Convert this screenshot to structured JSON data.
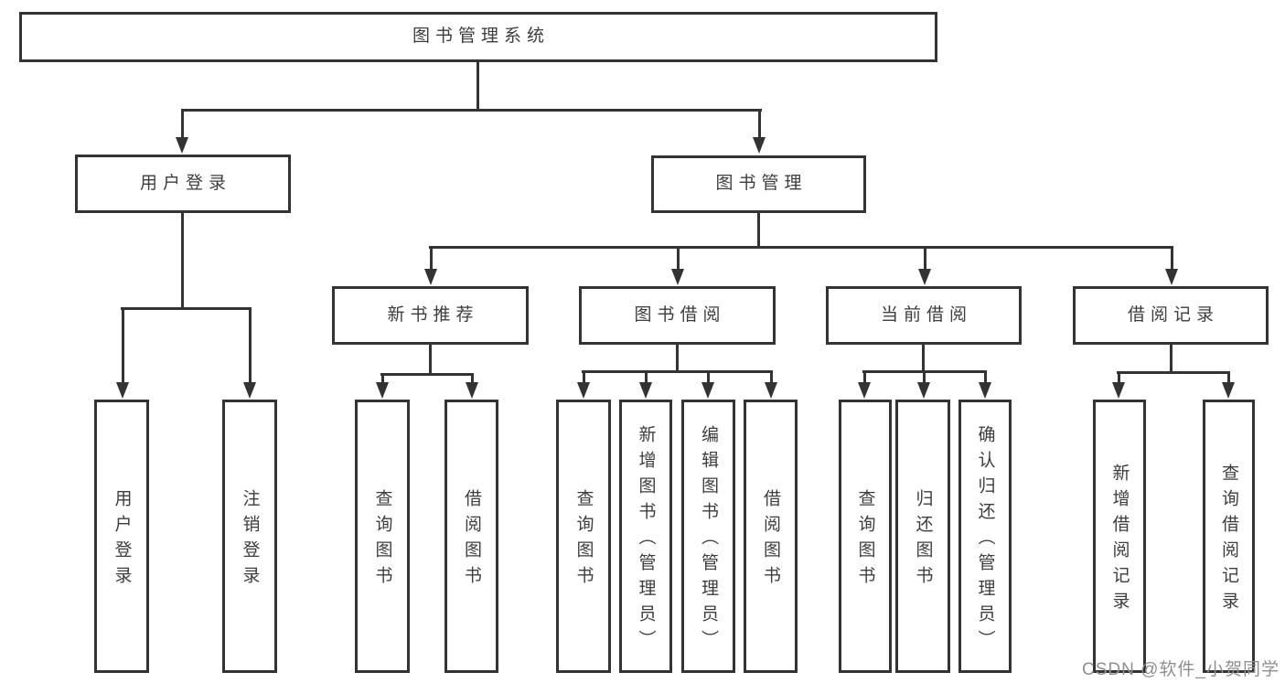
{
  "tree": {
    "root": {
      "label": "图书管理系统",
      "children": [
        {
          "label": "用户登录",
          "children": [
            {
              "label": "用户登录"
            },
            {
              "label": "注销登录"
            }
          ]
        },
        {
          "label": "图书管理",
          "children": [
            {
              "label": "新书推荐",
              "children": [
                {
                  "label": "查询图书"
                },
                {
                  "label": "借阅图书"
                }
              ]
            },
            {
              "label": "图书借阅",
              "children": [
                {
                  "label": "查询图书"
                },
                {
                  "label": "新增图书（管理员）"
                },
                {
                  "label": "编辑图书（管理员）"
                },
                {
                  "label": "借阅图书"
                }
              ]
            },
            {
              "label": "当前借阅",
              "children": [
                {
                  "label": "查询图书"
                },
                {
                  "label": "归还图书"
                },
                {
                  "label": "确认归还（管理员）"
                }
              ]
            },
            {
              "label": "借阅记录",
              "children": [
                {
                  "label": "新增借阅记录"
                },
                {
                  "label": "查询借阅记录"
                }
              ]
            }
          ]
        }
      ]
    }
  },
  "watermark": {
    "text": "CSDN @软件_小贺同学"
  },
  "colors": {
    "line": "#333333",
    "text": "#3d3d3d",
    "watermark": "#8f8f8f",
    "background": "#ffffff"
  }
}
